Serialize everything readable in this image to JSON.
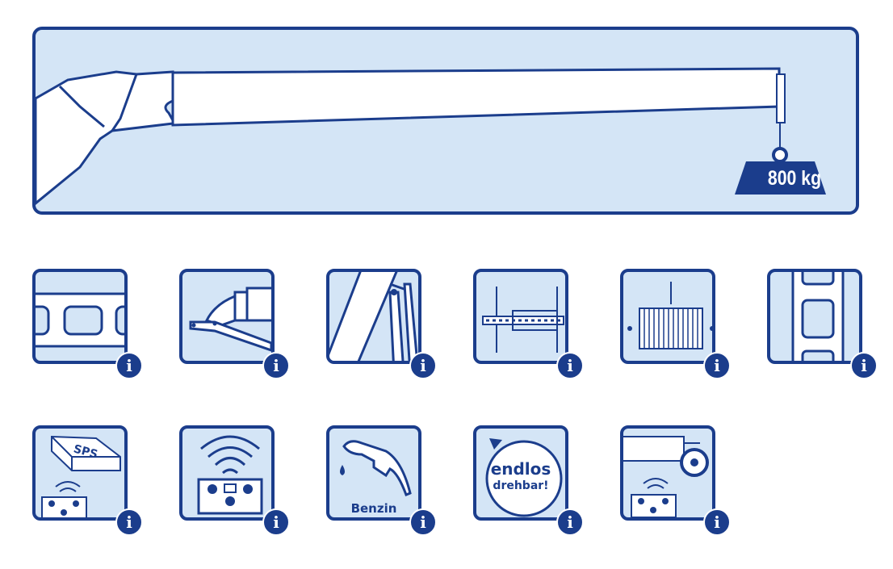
{
  "banner": {
    "weight_label": "800 kg"
  },
  "tiles_row1": [
    {
      "icon": "track-profile-icon"
    },
    {
      "icon": "gripper-joint-icon"
    },
    {
      "icon": "hydraulic-cylinder-icon"
    },
    {
      "icon": "rail-system-icon"
    },
    {
      "icon": "lifting-magnet-icon"
    },
    {
      "icon": "chain-track-icon"
    }
  ],
  "tiles_row2": [
    {
      "icon": "sps-remote-icon",
      "label": "SPS"
    },
    {
      "icon": "radio-remote-icon"
    },
    {
      "icon": "fuel-nozzle-icon",
      "label": "Benzin"
    },
    {
      "icon": "endless-rotation-icon",
      "label_line1": "endlos",
      "label_line2": "drehbar!"
    },
    {
      "icon": "trailer-remote-icon"
    }
  ],
  "info_glyph": "i",
  "colors": {
    "primary": "#1b3d8c",
    "fill": "#d4e5f6"
  }
}
